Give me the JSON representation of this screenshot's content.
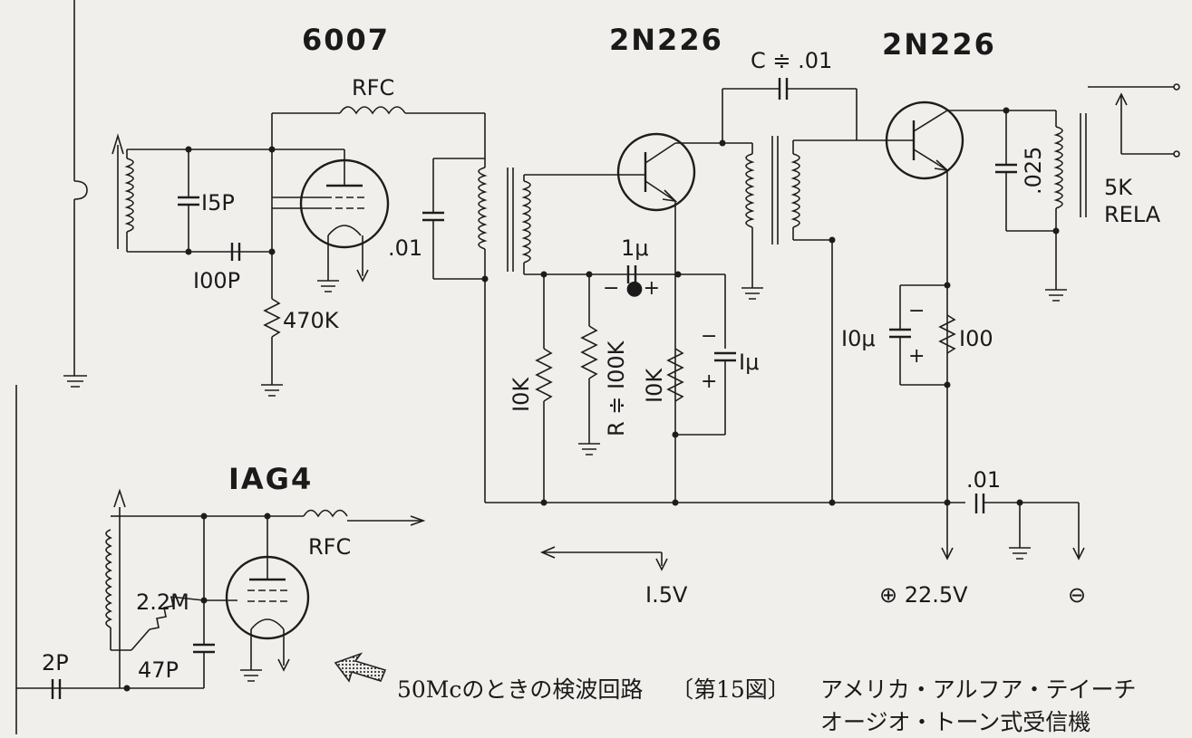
{
  "tubes": {
    "t6007": "6007",
    "q1": "2N226",
    "q2": "2N226",
    "t1ag4": "IAG4"
  },
  "components": {
    "rfc_top": "RFC",
    "rfc_bottom": "RFC",
    "c_15p": "I5P",
    "c_100p": "I00P",
    "r_470k": "470K",
    "c_01_left": ".01",
    "c_coupling": "C ≑ .01",
    "c_1u_top": "1μ",
    "c_1u_top_pol": "− ●+",
    "r_10k_a": "I0K",
    "r_100k": "R ≑ I00K",
    "r_10k_b": "I0K",
    "c_1u_right": "Iμ",
    "c_1u_right_minus": "−",
    "c_1u_right_plus": "+",
    "c_025": ".025",
    "relay": "5K",
    "relay_label": "RELA",
    "c_10u": "I0μ",
    "c_10u_minus": "−",
    "c_10u_plus": "+",
    "r_100": "I00",
    "c_01_bottom": ".01",
    "r_22m": "2.2M",
    "c_47p": "47P",
    "c_2p": "2P"
  },
  "supplies": {
    "v15": "I.5V",
    "v225": "⊕ 22.5V",
    "neg": "⊖"
  },
  "caption": {
    "main": "50Mcのときの検波回路",
    "fig": "〔第15図〕",
    "right1": "アメリカ・アルフア・テイーチ",
    "right2": "オージオ・トーン式受信機"
  }
}
